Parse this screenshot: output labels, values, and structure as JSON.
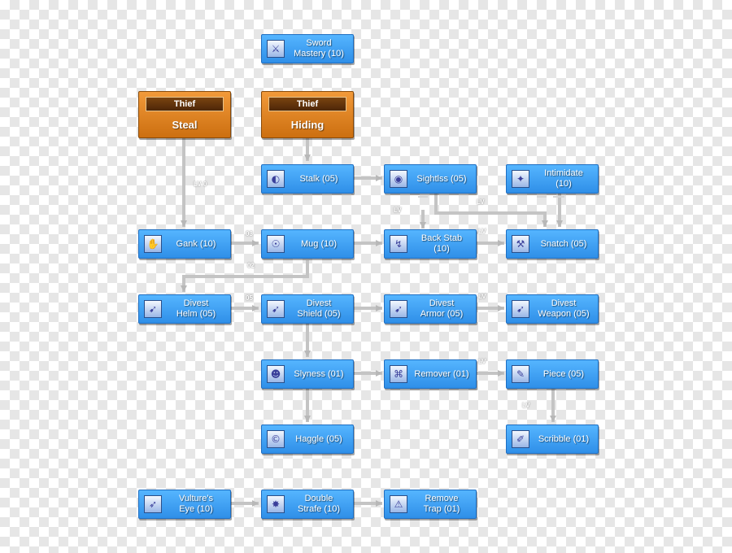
{
  "jobs": {
    "steal": {
      "class": "Thief",
      "name": "Steal"
    },
    "hiding": {
      "class": "Thief",
      "name": "Hiding"
    }
  },
  "skills": {
    "sword_mastery": {
      "label": "Sword\nMastery (10)",
      "icon": "sword-icon"
    },
    "stalk": {
      "label": "Stalk (05)",
      "icon": "stalk-icon"
    },
    "sightlss": {
      "label": "Sightlss (05)",
      "icon": "eye-icon"
    },
    "intimidate": {
      "label": "Intimidate\n(10)",
      "icon": "intimidate-icon"
    },
    "gank": {
      "label": "Gank (10)",
      "icon": "gank-icon"
    },
    "mug": {
      "label": "Mug (10)",
      "icon": "mug-icon"
    },
    "back_stab": {
      "label": "Back Stab\n(10)",
      "icon": "back-stab-icon"
    },
    "snatch": {
      "label": "Snatch (05)",
      "icon": "snatch-icon"
    },
    "divest_helm": {
      "label": "Divest\nHelm (05)",
      "icon": "divest-icon"
    },
    "divest_shield": {
      "label": "Divest\nShield (05)",
      "icon": "divest-icon"
    },
    "divest_armor": {
      "label": "Divest\nArmor (05)",
      "icon": "divest-icon"
    },
    "divest_weapon": {
      "label": "Divest\nWeapon (05)",
      "icon": "divest-icon"
    },
    "slyness": {
      "label": "Slyness (01)",
      "icon": "mask-icon"
    },
    "remover": {
      "label": "Remover (01)",
      "icon": "remover-icon"
    },
    "piece": {
      "label": "Piece (05)",
      "icon": "piece-icon"
    },
    "haggle": {
      "label": "Haggle (05)",
      "icon": "coin-icon"
    },
    "scribble": {
      "label": "Scribble (01)",
      "icon": "brush-icon"
    },
    "vultures_eye": {
      "label": "Vulture's\nEye (10)",
      "icon": "bow-icon"
    },
    "double_strafe": {
      "label": "Double\nStrafe (10)",
      "icon": "strafe-icon"
    },
    "remove_trap": {
      "label": "Remove\nTrap (01)",
      "icon": "trap-icon"
    }
  },
  "level_labels": [
    "LV 0",
    "03",
    "02",
    "05",
    "LV",
    "LV",
    "LV",
    "LV",
    "LV",
    "LV"
  ],
  "colors": {
    "skill_box": "#3aa0f5",
    "job_box": "#e0851f",
    "connector": "#c2c2c2"
  }
}
